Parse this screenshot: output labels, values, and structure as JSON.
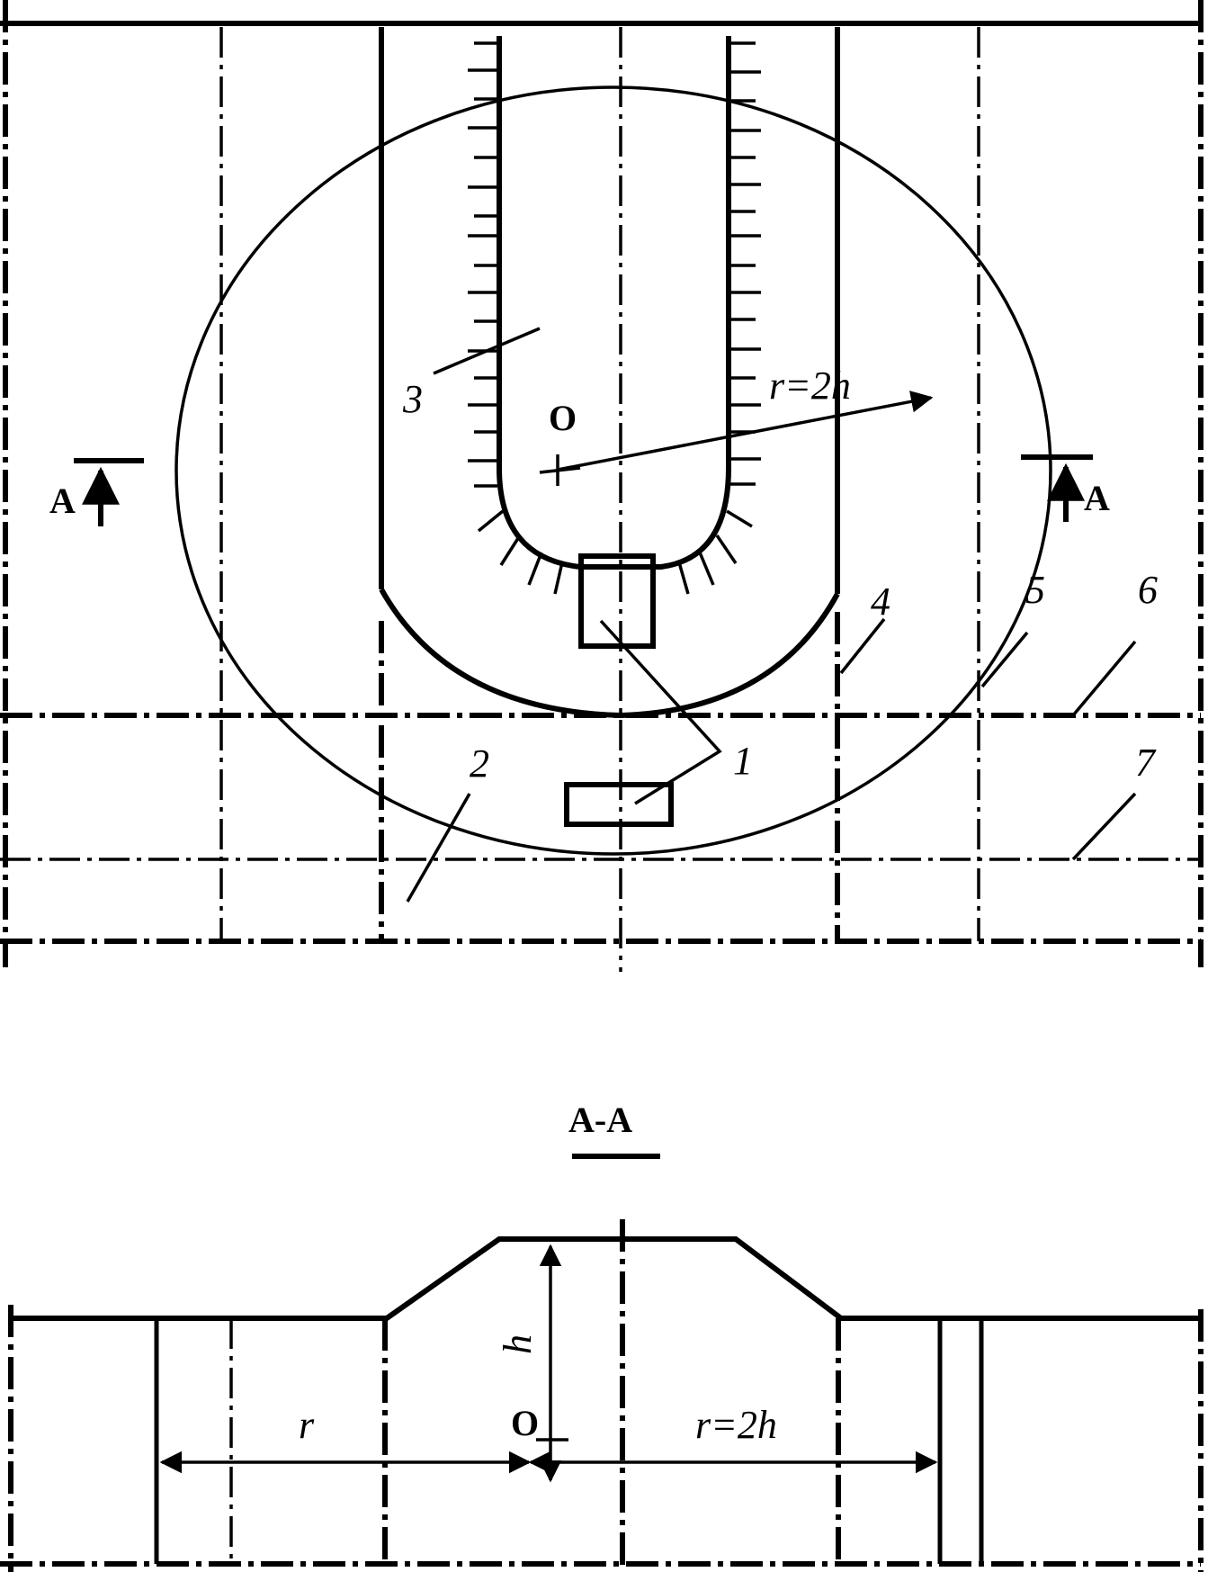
{
  "plan_view": {
    "labels": {
      "part1": "1",
      "part2": "2",
      "part3": "3",
      "part4": "4",
      "part5": "5",
      "part6": "6",
      "part7": "7",
      "center": "O",
      "radius": "r=2h",
      "section_left": "A",
      "section_right": "A"
    }
  },
  "section_view": {
    "title": "A-A",
    "labels": {
      "height": "h",
      "center": "O",
      "radius_left": "r",
      "radius_right": "r=2h"
    }
  }
}
